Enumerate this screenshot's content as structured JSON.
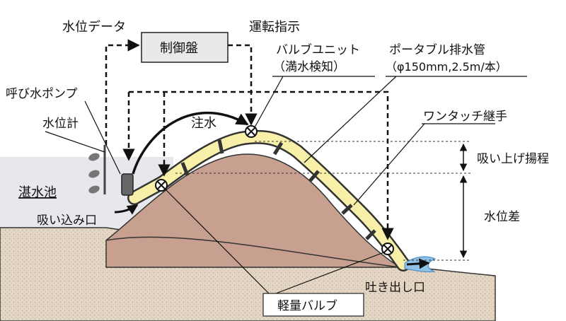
{
  "labels": {
    "water_level_data": "水位データ",
    "operation_instruction": "運転指示",
    "control_panel": "制御盤",
    "valve_unit_line1": "バルブユニット",
    "valve_unit_line2": "（満水検知）",
    "portable_pipe_line1": "ポータブル排水管",
    "portable_pipe_line2": "（φ150mm,2.5m/本）",
    "priming_pump": "呼び水ポンプ",
    "water_level_gauge": "水位計",
    "water_injection": "注水",
    "one_touch_joint": "ワンタッチ継手",
    "suction_lift": "吸い上げ揚程",
    "flooded_pond": "湛水池",
    "water_level_diff": "水位差",
    "intake": "吸い込み口",
    "outlet": "吐き出し口",
    "light_valve": "軽量バルブ"
  },
  "colors": {
    "embankment": "#c8a090",
    "ground": "#e3d6c4",
    "pipe": "#f8f0a8",
    "pond_water": "#e6e8ec",
    "splash": "#8fc0e6"
  }
}
